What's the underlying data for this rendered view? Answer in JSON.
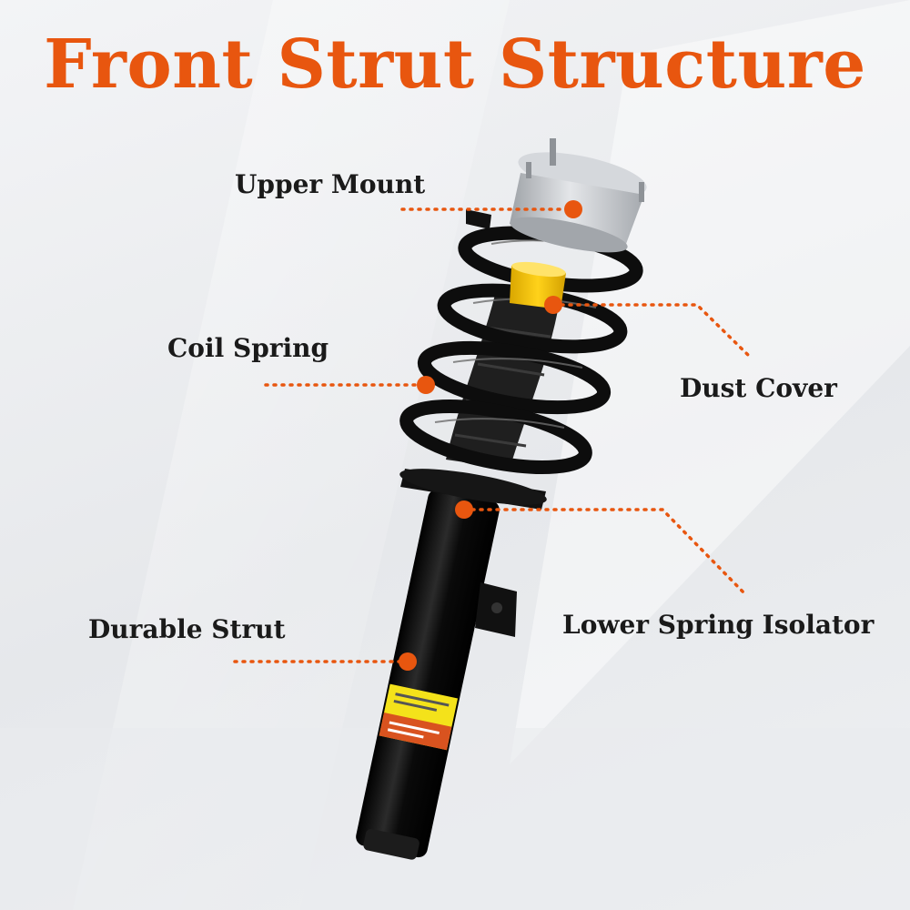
{
  "title": "Front Strut Structure",
  "colors": {
    "accent": "#e8560f",
    "label_text": "#1a1a1a",
    "background": "#eceef0",
    "strut_body": "#0c0c0c",
    "bump_stop": "#f2c400",
    "upper_mount": "#c9ccd0",
    "warning_label_yellow": "#f4e21a",
    "warning_label_red": "#d9531f"
  },
  "labels": {
    "upper_mount": "Upper Mount",
    "coil_spring": "Coil Spring",
    "dust_cover": "Dust Cover",
    "durable_strut": "Durable Strut",
    "lower_spring_isolator": "Lower Spring Isolator"
  }
}
